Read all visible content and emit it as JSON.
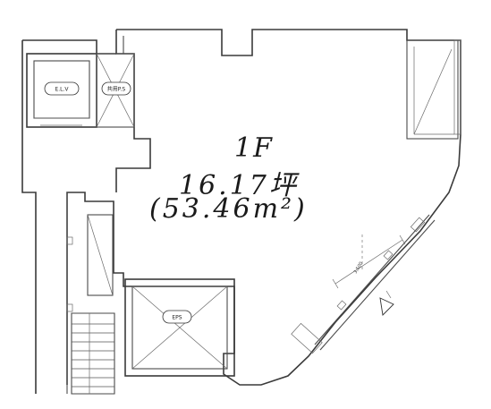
{
  "plan": {
    "floor": "1F",
    "area_tsubo": "16.17坪",
    "area_sqm": "(53.46m²)",
    "elevator_label": "E.L.V",
    "shaft_label": "共用P.S",
    "core_label": "EPS",
    "dimension_label": "3,500",
    "entrance_symbol": "entrance-triangle"
  }
}
